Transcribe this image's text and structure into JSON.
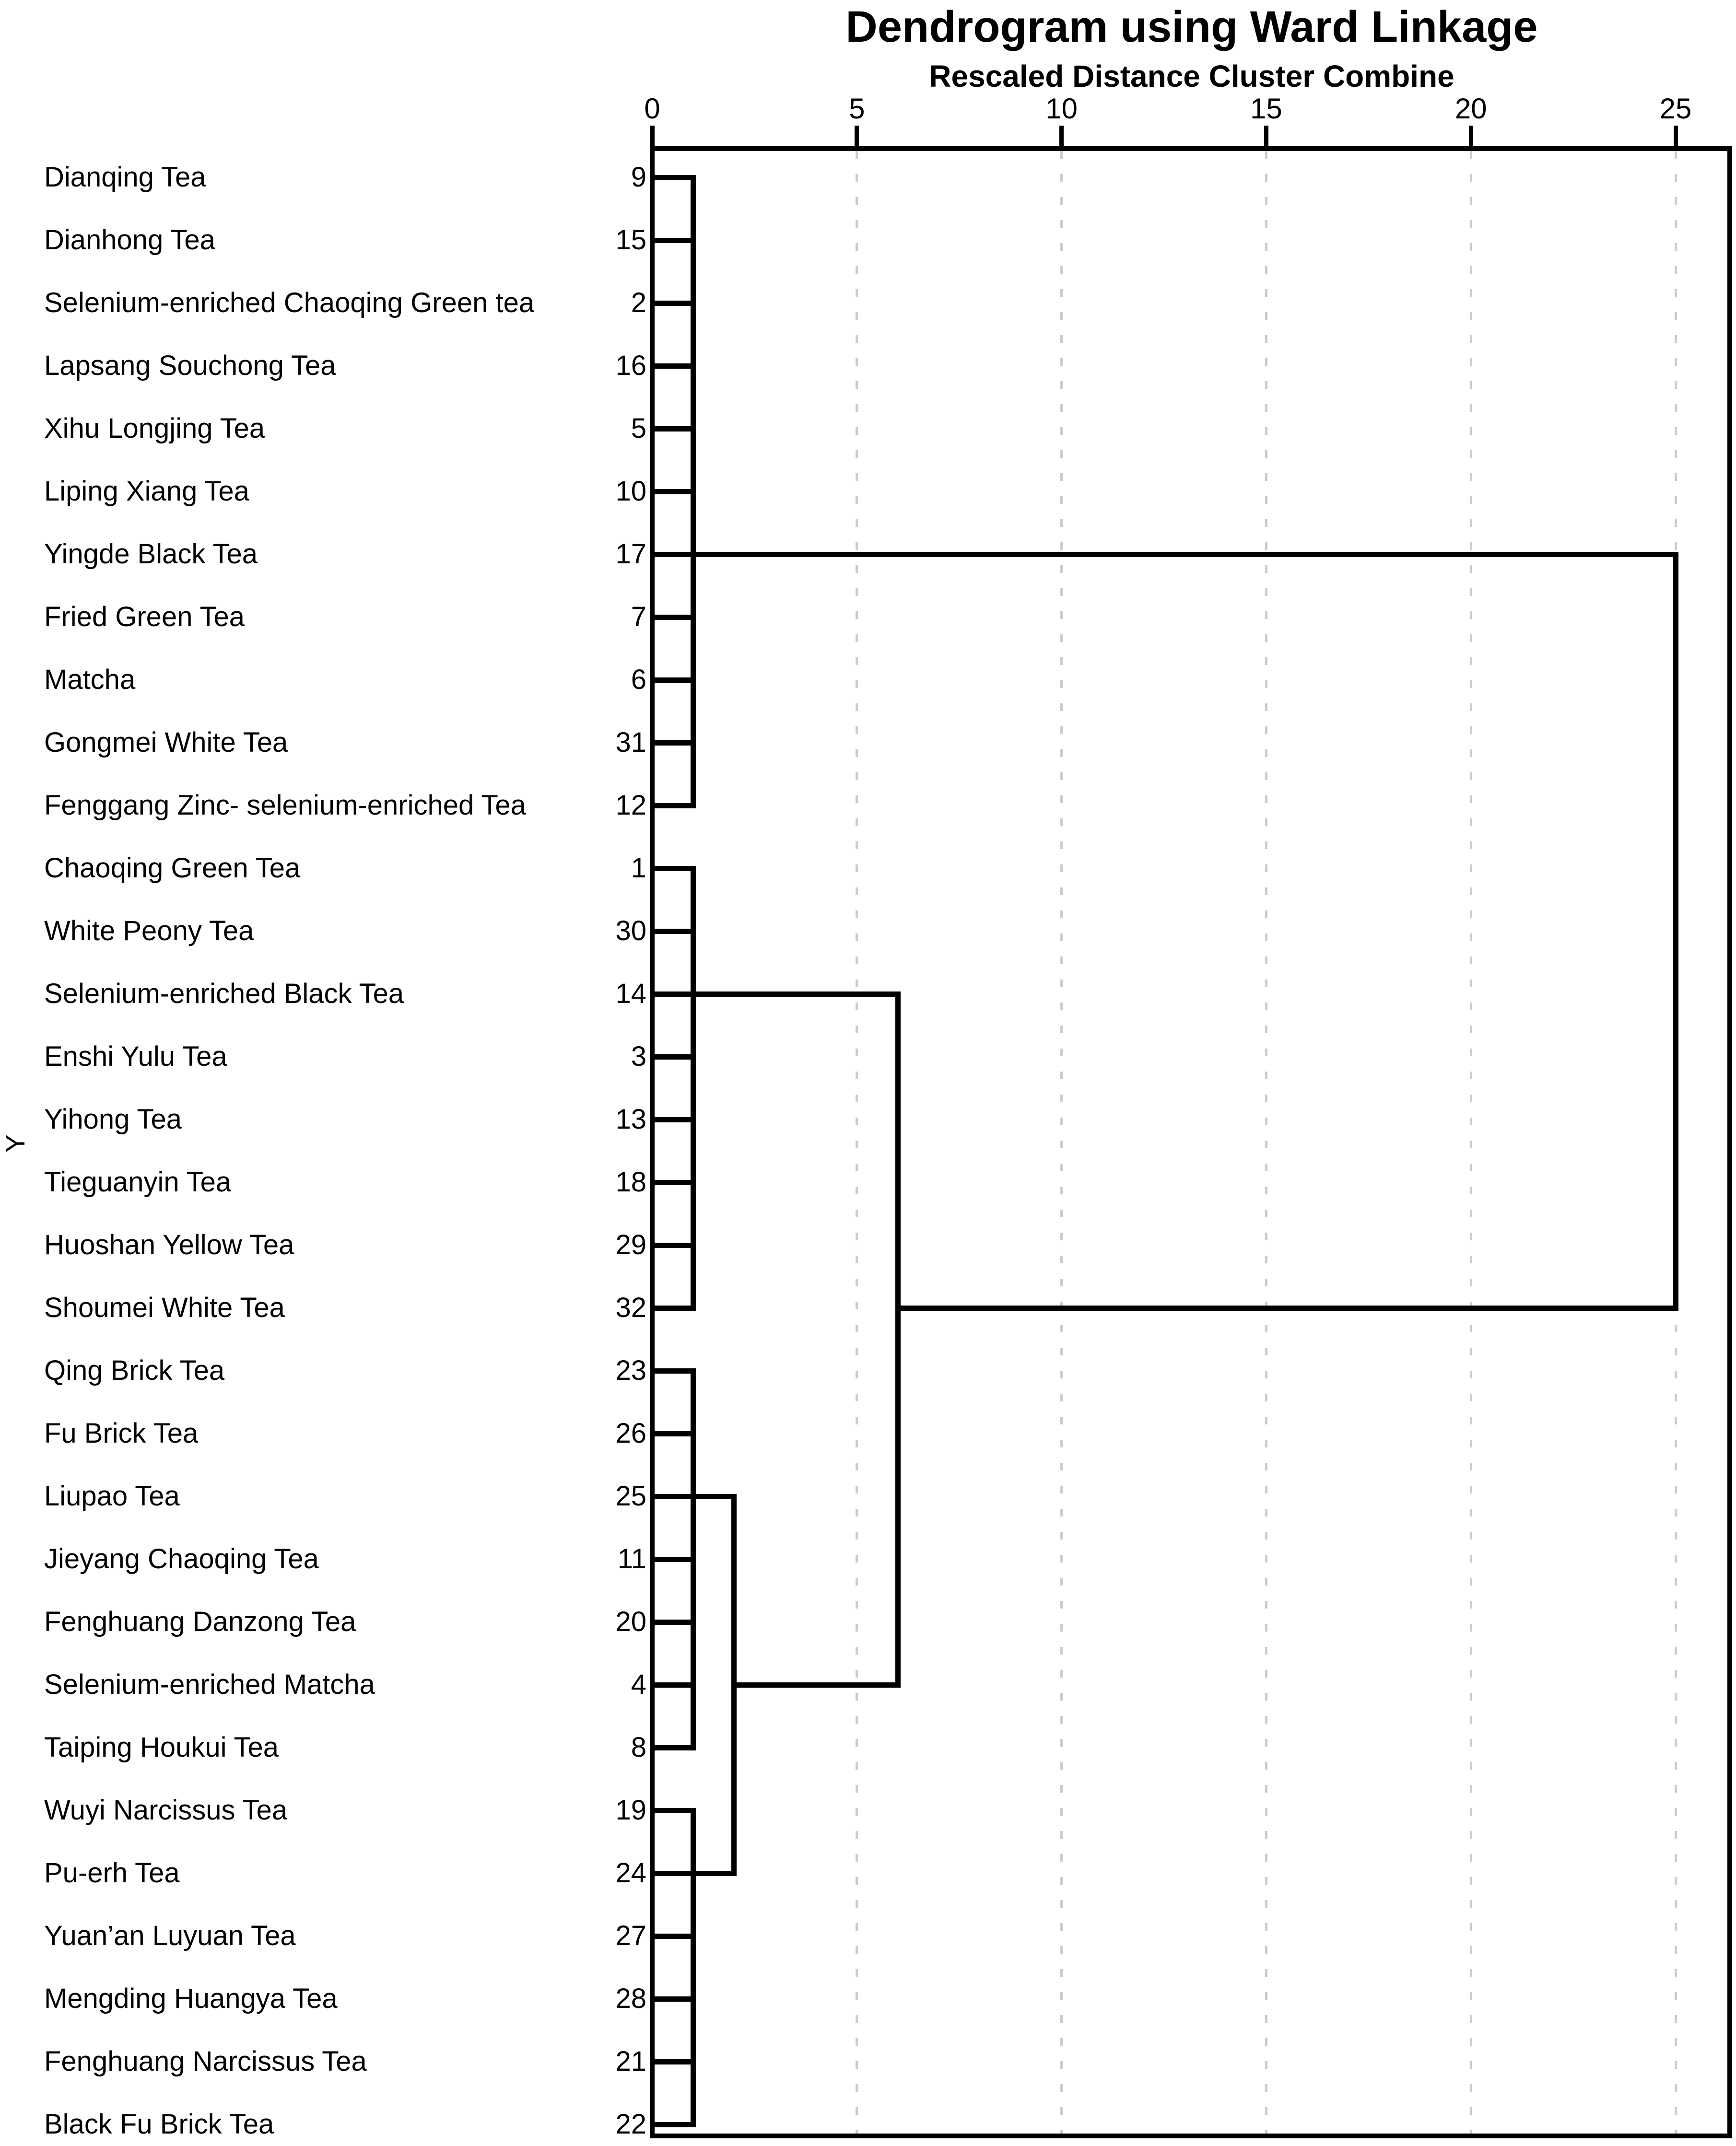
{
  "figure": {
    "title": "Dendrogram using Ward Linkage",
    "subtitle": "Rescaled Distance Cluster Combine",
    "y_axis_label": "Y"
  },
  "colors": {
    "line": "#000000",
    "grid_dash": "#cfcacd",
    "text": "#000000",
    "background": "#ffffff"
  },
  "chart_data": {
    "type": "dendrogram",
    "orientation": "horizontal",
    "title": "Dendrogram using Ward Linkage",
    "xlabel": "Rescaled Distance Cluster Combine",
    "ylabel": "Y",
    "x_ticks": [
      0,
      5,
      10,
      15,
      20,
      25
    ],
    "xlim": [
      0,
      26.3
    ],
    "grid": "vertical-dashed",
    "leaves": [
      {
        "row": 1,
        "label": "Dianqing Tea",
        "id": "9",
        "join_distance": 1
      },
      {
        "row": 2,
        "label": "Dianhong Tea",
        "id": "15",
        "join_distance": 1
      },
      {
        "row": 3,
        "label": "Selenium-enriched Chaoqing Green tea",
        "id": "2",
        "join_distance": 1
      },
      {
        "row": 4,
        "label": "Lapsang Souchong Tea",
        "id": "16",
        "join_distance": 1
      },
      {
        "row": 5,
        "label": "Xihu Longjing Tea",
        "id": "5",
        "join_distance": 1
      },
      {
        "row": 6,
        "label": "Liping Xiang Tea",
        "id": "10",
        "join_distance": 1
      },
      {
        "row": 7,
        "label": "Yingde Black Tea",
        "id": "17",
        "join_distance": 25
      },
      {
        "row": 8,
        "label": "Fried Green Tea",
        "id": "7",
        "join_distance": 1
      },
      {
        "row": 9,
        "label": "Matcha",
        "id": "6",
        "join_distance": 1
      },
      {
        "row": 10,
        "label": "Gongmei White Tea",
        "id": "31",
        "join_distance": 1
      },
      {
        "row": 11,
        "label": "Fenggang Zinc- selenium-enriched Tea",
        "id": "12",
        "join_distance": 1
      },
      {
        "row": 12,
        "label": "Chaoqing Green Tea",
        "id": "1",
        "join_distance": 1
      },
      {
        "row": 13,
        "label": "White Peony Tea",
        "id": "30",
        "join_distance": 1
      },
      {
        "row": 14,
        "label": "Selenium-enriched Black Tea",
        "id": "14",
        "join_distance": 6
      },
      {
        "row": 15,
        "label": "Enshi Yulu Tea",
        "id": "3",
        "join_distance": 1
      },
      {
        "row": 16,
        "label": "Yihong Tea",
        "id": "13",
        "join_distance": 1
      },
      {
        "row": 17,
        "label": "Tieguanyin Tea",
        "id": "18",
        "join_distance": 1
      },
      {
        "row": 18,
        "label": "Huoshan Yellow Tea",
        "id": "29",
        "join_distance": 1
      },
      {
        "row": 19,
        "label": "Shoumei White Tea",
        "id": "32",
        "join_distance": 1
      },
      {
        "row": 20,
        "label": "Qing Brick Tea",
        "id": "23",
        "join_distance": 1
      },
      {
        "row": 21,
        "label": "Fu Brick Tea",
        "id": "26",
        "join_distance": 1
      },
      {
        "row": 22,
        "label": "Liupao Tea",
        "id": "25",
        "join_distance": 2
      },
      {
        "row": 23,
        "label": "Jieyang Chaoqing Tea",
        "id": "11",
        "join_distance": 1
      },
      {
        "row": 24,
        "label": "Fenghuang Danzong Tea",
        "id": "20",
        "join_distance": 1
      },
      {
        "row": 25,
        "label": "Selenium-enriched Matcha",
        "id": "4",
        "join_distance": 1
      },
      {
        "row": 26,
        "label": "Taiping Houkui Tea",
        "id": "8",
        "join_distance": 1
      },
      {
        "row": 27,
        "label": "Wuyi Narcissus Tea",
        "id": "19",
        "join_distance": 1
      },
      {
        "row": 28,
        "label": "Pu-erh Tea",
        "id": "24",
        "join_distance": 2
      },
      {
        "row": 29,
        "label": "Yuan’an Luyuan Tea",
        "id": "27",
        "join_distance": 1
      },
      {
        "row": 30,
        "label": "Mengding Huangya Tea",
        "id": "28",
        "join_distance": 1
      },
      {
        "row": 31,
        "label": "Fenghuang Narcissus Tea",
        "id": "21",
        "join_distance": 1
      },
      {
        "row": 32,
        "label": "Black Fu Brick Tea",
        "id": "22",
        "join_distance": 1
      }
    ],
    "junction_verticals": [
      {
        "distance": 1,
        "from_row": 1,
        "to_row": 11
      },
      {
        "distance": 1,
        "from_row": 12,
        "to_row": 19
      },
      {
        "distance": 1,
        "from_row": 20,
        "to_row": 26
      },
      {
        "distance": 1,
        "from_row": 27,
        "to_row": 32
      },
      {
        "distance": 2,
        "from_row": 22,
        "to_row": 28
      },
      {
        "distance": 6,
        "from_row": 14,
        "to_row": 25
      },
      {
        "distance": 25,
        "from_row": 7,
        "to_row": 19
      }
    ],
    "extra_links": [
      {
        "row": 25,
        "from": 2,
        "to": 6
      },
      {
        "row": 19,
        "from": 6,
        "to": 25
      }
    ],
    "merges": [
      {
        "cluster": "rows 1-11 (9,15,2,16,5,10,17,7,6,31,12)",
        "distance": 1
      },
      {
        "cluster": "rows 12-19 (1,30,14,3,13,18,29,32)",
        "distance": 1
      },
      {
        "cluster": "rows 20-26 (23,26,25,11,20,4,8)",
        "distance": 1
      },
      {
        "cluster": "rows 27-32 (19,24,27,28,21,22)",
        "distance": 1
      },
      {
        "cluster": "rows 20-26 + rows 27-32",
        "distance": 2
      },
      {
        "cluster": "rows 12-19 + rows 20-32",
        "distance": 6
      },
      {
        "cluster": "rows 1-11 + rows 12-32",
        "distance": 25
      }
    ]
  }
}
